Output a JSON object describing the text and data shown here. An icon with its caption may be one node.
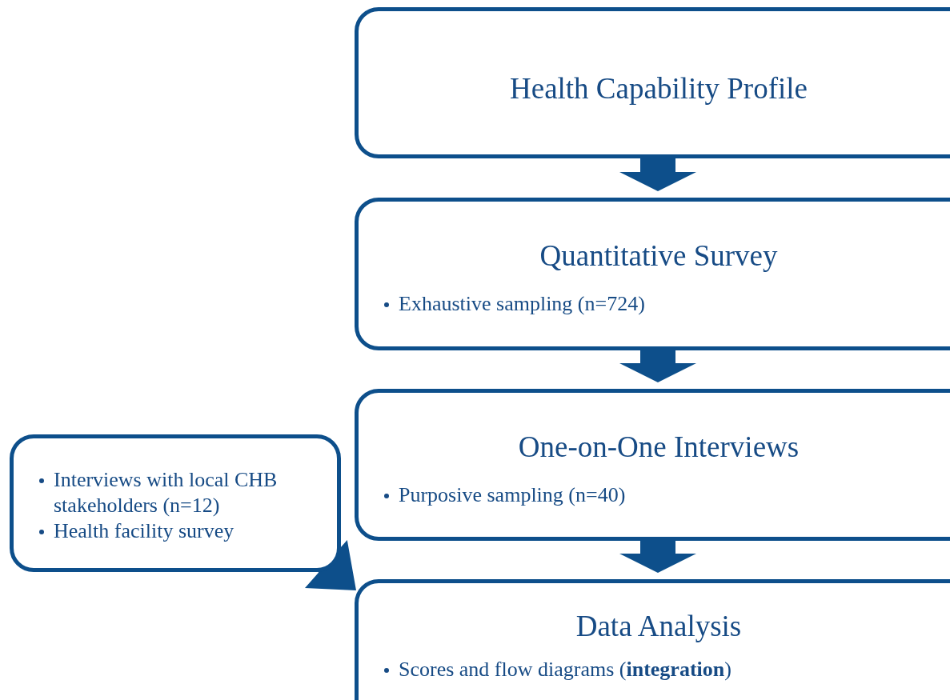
{
  "diagram": {
    "nodes": [
      {
        "text": [
          "Health Capability Profile"
        ]
      },
      {
        "text": [
          "Quantitative Survey",
          "Exhaustive sampling (n=724)"
        ]
      },
      {
        "text": [
          "One-on-One Interviews",
          "Purposive sampling (n=40)"
        ]
      },
      {
        "text": [
          "Data Analysis",
          "Scores and flow diagrams (**integration**)"
        ]
      },
      {
        "text": [
          "Interviews with local CHB stakeholders (n=12)",
          "Health facility survey"
        ]
      }
    ],
    "edges": [
      {
        "from": 0,
        "to": 1,
        "arrow": "to"
      },
      {
        "from": 1,
        "to": 2,
        "arrow": "to"
      },
      {
        "from": 2,
        "to": 3,
        "arrow": "to"
      },
      {
        "from": 4,
        "to": 3,
        "arrow": "to"
      }
    ]
  }
}
